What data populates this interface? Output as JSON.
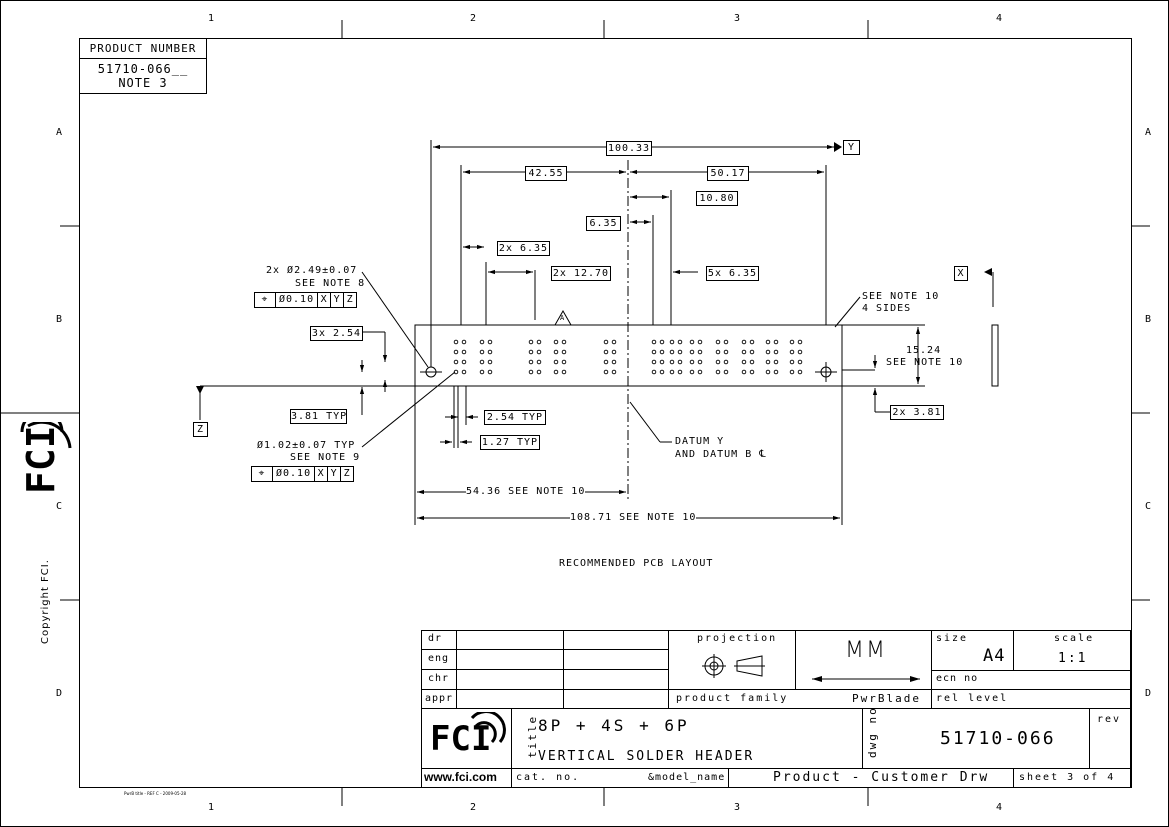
{
  "border": {
    "col_numbers": [
      "1",
      "2",
      "3",
      "4"
    ],
    "row_letters": [
      "A",
      "B",
      "C",
      "D"
    ]
  },
  "product_number": {
    "label": "PRODUCT NUMBER",
    "value": "51710-066__",
    "note": "NOTE 3"
  },
  "dimensions": {
    "d100_33": "100.33",
    "d42_55": "42.55",
    "d50_17": "50.17",
    "d10_80": "10.80",
    "d6_35": "6.35",
    "d2x6_35": "2x 6.35",
    "d2x12_70": "2x 12.70",
    "d5x6_35": "5x 6.35",
    "d3x2_54": "3x 2.54",
    "d3_81typ": "3.81 TYP",
    "d2_54typ": "2.54 TYP",
    "d1_27typ": "1.27 TYP",
    "d15_24": "15.24",
    "d15_24_note": "SEE NOTE 10",
    "d2x3_81": "2x 3.81",
    "d54_36": "54.36 SEE NOTE 10",
    "d108_71": "108.71 SEE NOTE 10"
  },
  "datums": {
    "y": "Y",
    "x": "X",
    "z": "Z"
  },
  "callouts": {
    "hole_large_line1": "2x Ø2.49±0.07",
    "hole_large_line2": "SEE NOTE 8",
    "hole_small_line1": "Ø1.02±0.07 TYP",
    "hole_small_line2": "SEE NOTE 9",
    "fcf_tol": "Ø0.10",
    "see_note_10_line1": "SEE NOTE 10",
    "see_note_10_line2": "4 SIDES",
    "datum_y_line1": "DATUM Y",
    "datum_y_line2": "AND DATUM B ℄",
    "warning_mark": "A"
  },
  "caption": "RECOMMENDED PCB LAYOUT",
  "side_branding": {
    "copyright": "Copyright FCI."
  },
  "title_block": {
    "dr": "dr",
    "eng": "eng",
    "chr": "chr",
    "appr": "appr",
    "projection": "projection",
    "units": "MM",
    "size_label": "size",
    "size_value": "A4",
    "scale_label": "scale",
    "scale_value": "1:1",
    "ecn_label": "ecn no",
    "rel_label": "rel level",
    "product_family_label": "product family",
    "product_family_value": "PwrBlade",
    "title_label": "title",
    "title_line1": "8P + 4S + 6P",
    "title_line2": "VERTICAL SOLDER HEADER",
    "dwg_label": "dwg no",
    "dwg_value": "51710-066",
    "rev_label": "rev",
    "website": "www.fci.com",
    "cat_label": "cat. no.",
    "model_name": "&model_name",
    "drawing_type": "Product - Customer Drw",
    "sheet": "sheet 3 of 4"
  },
  "footer_small": "PwrB title - REF C - 2009-05-28"
}
